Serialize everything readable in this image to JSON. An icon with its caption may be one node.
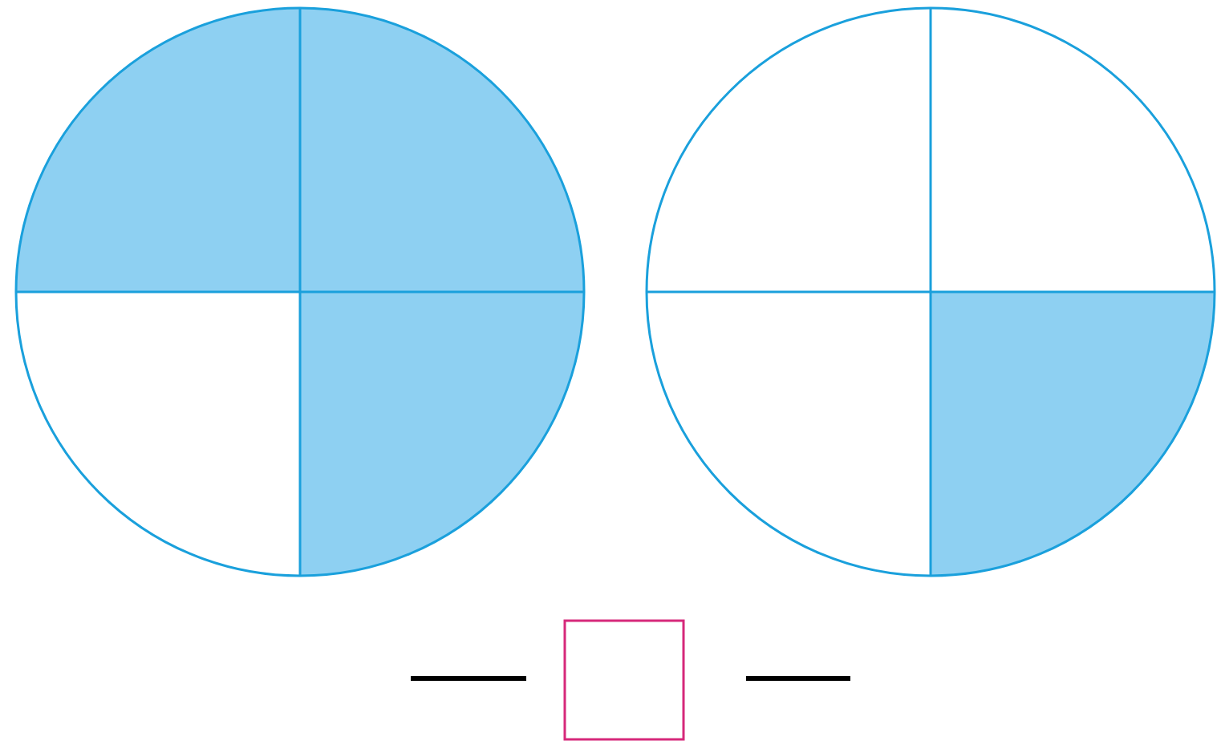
{
  "diagram": {
    "nodes": [
      {
        "text": [],
        "shape": "circle"
      },
      {
        "text": [],
        "shape": "circle"
      },
      {
        "text": [],
        "shape": "box"
      }
    ]
  }
}
